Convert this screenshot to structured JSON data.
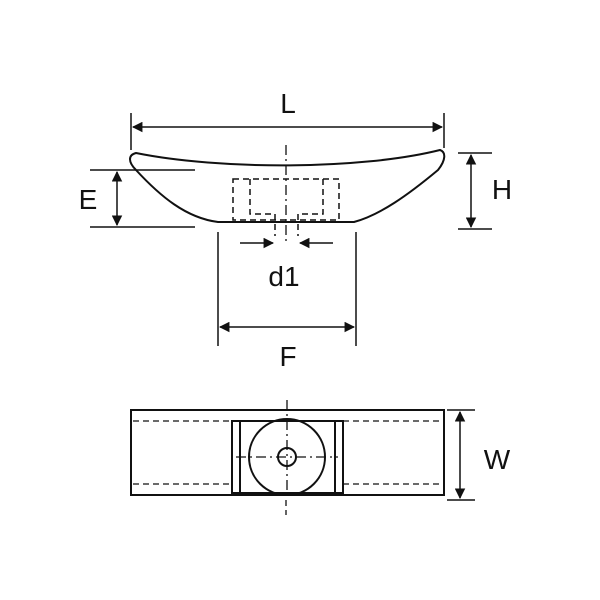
{
  "diagram": {
    "labels": {
      "L": "L",
      "E": "E",
      "H": "H",
      "d1": "d1",
      "F": "F",
      "W": "W"
    },
    "colors": {
      "line": "#111111",
      "background": "#ffffff"
    }
  }
}
